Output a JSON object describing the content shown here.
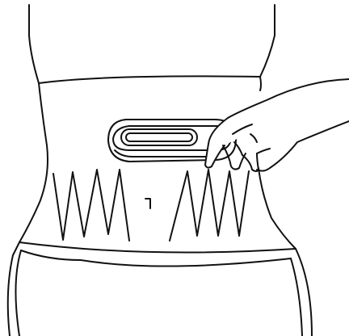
{
  "illustration": {
    "line_color": "#111111",
    "background_color": "#ffffff",
    "elements": [
      "torso-outline",
      "waistband",
      "pants",
      "navel",
      "left-stretch-marks",
      "right-stretch-marks",
      "massage-device",
      "hand"
    ]
  }
}
